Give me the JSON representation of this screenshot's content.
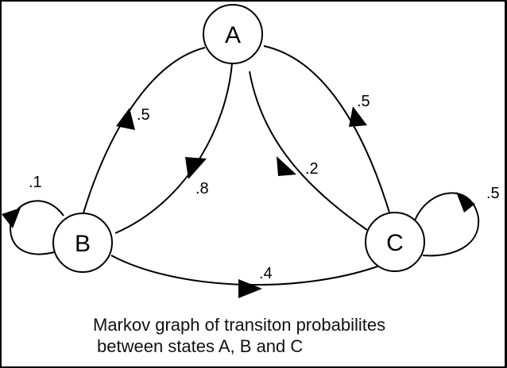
{
  "nodes": {
    "a": {
      "label": "A"
    },
    "b": {
      "label": "B"
    },
    "c": {
      "label": "C"
    }
  },
  "edges": {
    "b_to_a": {
      "label": ".5",
      "probability": 0.5
    },
    "a_to_b": {
      "label": ".8",
      "probability": 0.8
    },
    "a_to_c": {
      "label": ".2",
      "probability": 0.2
    },
    "c_to_a": {
      "label": ".5",
      "probability": 0.5
    },
    "b_to_c": {
      "label": ".4",
      "probability": 0.4
    },
    "b_to_b": {
      "label": ".1",
      "probability": 0.1
    },
    "c_to_c": {
      "label": ".5",
      "probability": 0.5
    }
  },
  "caption": {
    "line1": "Markov graph of transiton probabilites",
    "line2": "between states A, B and C"
  },
  "colors": {
    "border": "#000000",
    "background": "#ffffff",
    "stroke": "#000000"
  }
}
